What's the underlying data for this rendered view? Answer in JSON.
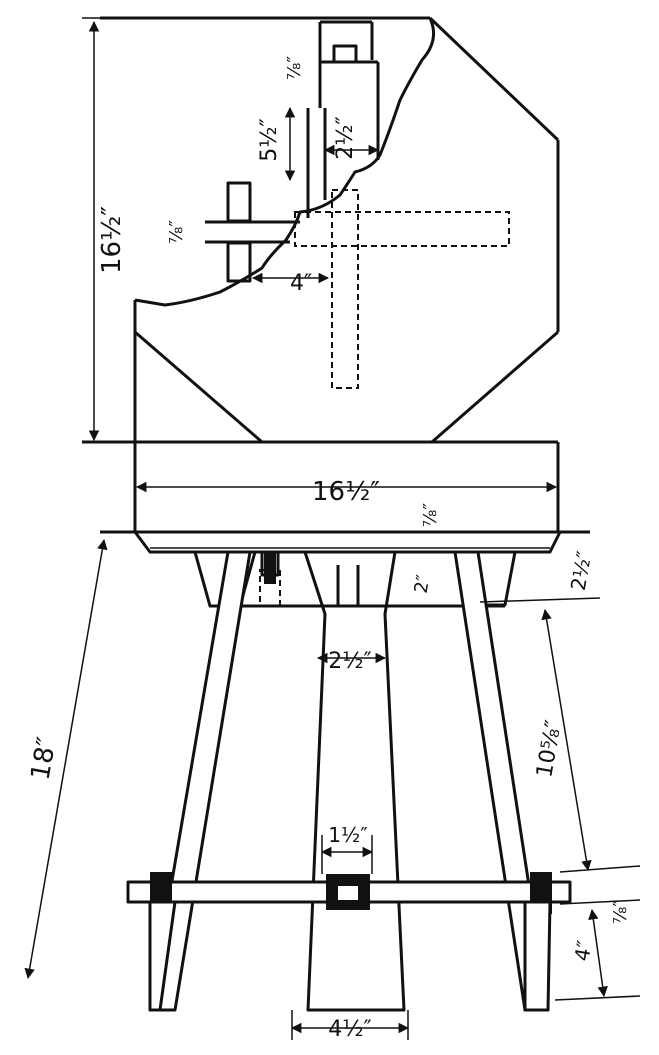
{
  "dimensions": {
    "top_height": "16½″",
    "cleat_width": "2½″",
    "slot_length": "5½″",
    "top_thickness": "⅞″",
    "slot_offset": "4″",
    "cleat_spacing": "⅞″",
    "top_width": "16½″",
    "apron_gap": "⅞″",
    "leg_length": "18″",
    "leg_top_width": "2½″",
    "rung_height": "10⅝″",
    "apron_depth": "2½″",
    "mortise_depth": "2″",
    "bolt_spacing": "1½″",
    "rung_thickness": "⅞″",
    "rung_to_floor": "4″",
    "leg_foot_width": "4½″"
  }
}
